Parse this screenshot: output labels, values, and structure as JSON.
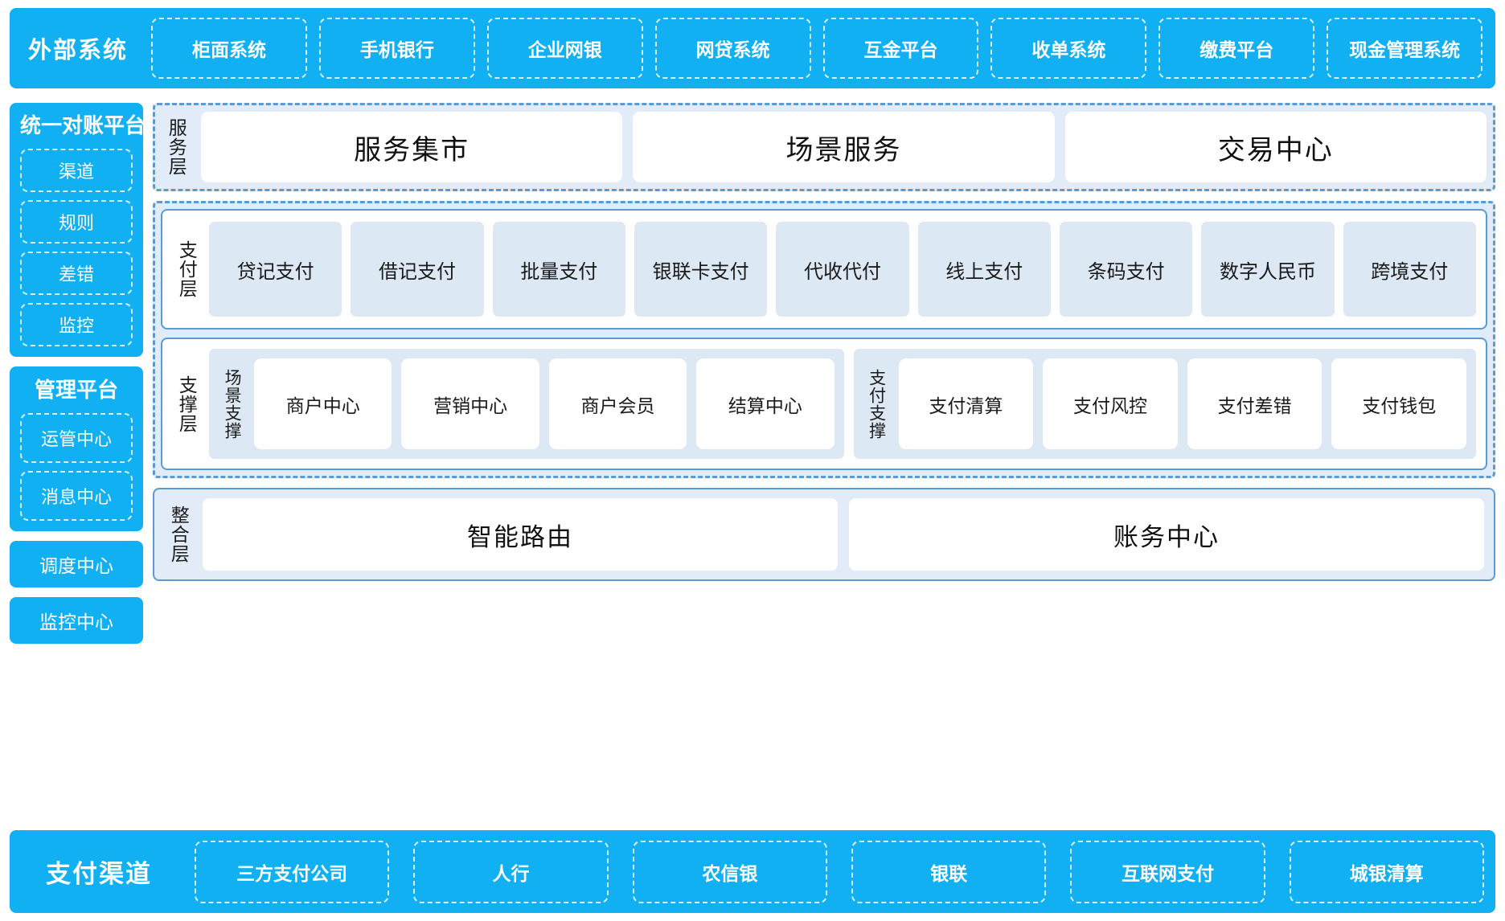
{
  "external_systems": {
    "title": "外部系统",
    "items": [
      "柜面系统",
      "手机银行",
      "企业网银",
      "网贷系统",
      "互金平台",
      "收单系统",
      "缴费平台",
      "现金管理系统"
    ]
  },
  "left_column": {
    "reconciliation_platform": {
      "title": "统一对账平台",
      "items": [
        "渠道",
        "规则",
        "差错",
        "监控"
      ]
    },
    "management_platform": {
      "title": "管理平台",
      "items": [
        "运管中心",
        "消息中心"
      ]
    },
    "standalone": [
      "调度中心",
      "监控中心"
    ]
  },
  "service_layer": {
    "label": "服务层",
    "cards": [
      "服务集市",
      "场景服务",
      "交易中心"
    ]
  },
  "payment_layer": {
    "label": "支付层",
    "items": [
      "贷记支付",
      "借记支付",
      "批量支付",
      "银联卡支付",
      "代收代付",
      "线上支付",
      "条码支付",
      "数字人民币",
      "跨境支付"
    ]
  },
  "support_layer": {
    "label": "支撑层",
    "groups": [
      {
        "label": "场景支撑",
        "items": [
          "商户中心",
          "营销中心",
          "商户会员",
          "结算中心"
        ]
      },
      {
        "label": "支付支撑",
        "items": [
          "支付清算",
          "支付风控",
          "支付差错",
          "支付钱包"
        ]
      }
    ]
  },
  "integration_layer": {
    "label": "整合层",
    "cards": [
      "智能路由",
      "账务中心"
    ]
  },
  "payment_channels": {
    "title": "支付渠道",
    "items": [
      "三方支付公司",
      "人行",
      "农信银",
      "银联",
      "互联网支付",
      "城银清算"
    ]
  },
  "colors": {
    "brand_blue": "#11b0f2",
    "dash_blue": "#5b9bd5",
    "panel_bg": "#e2ecf8",
    "chip_bg": "#dde8f5",
    "card_white": "#ffffff"
  }
}
